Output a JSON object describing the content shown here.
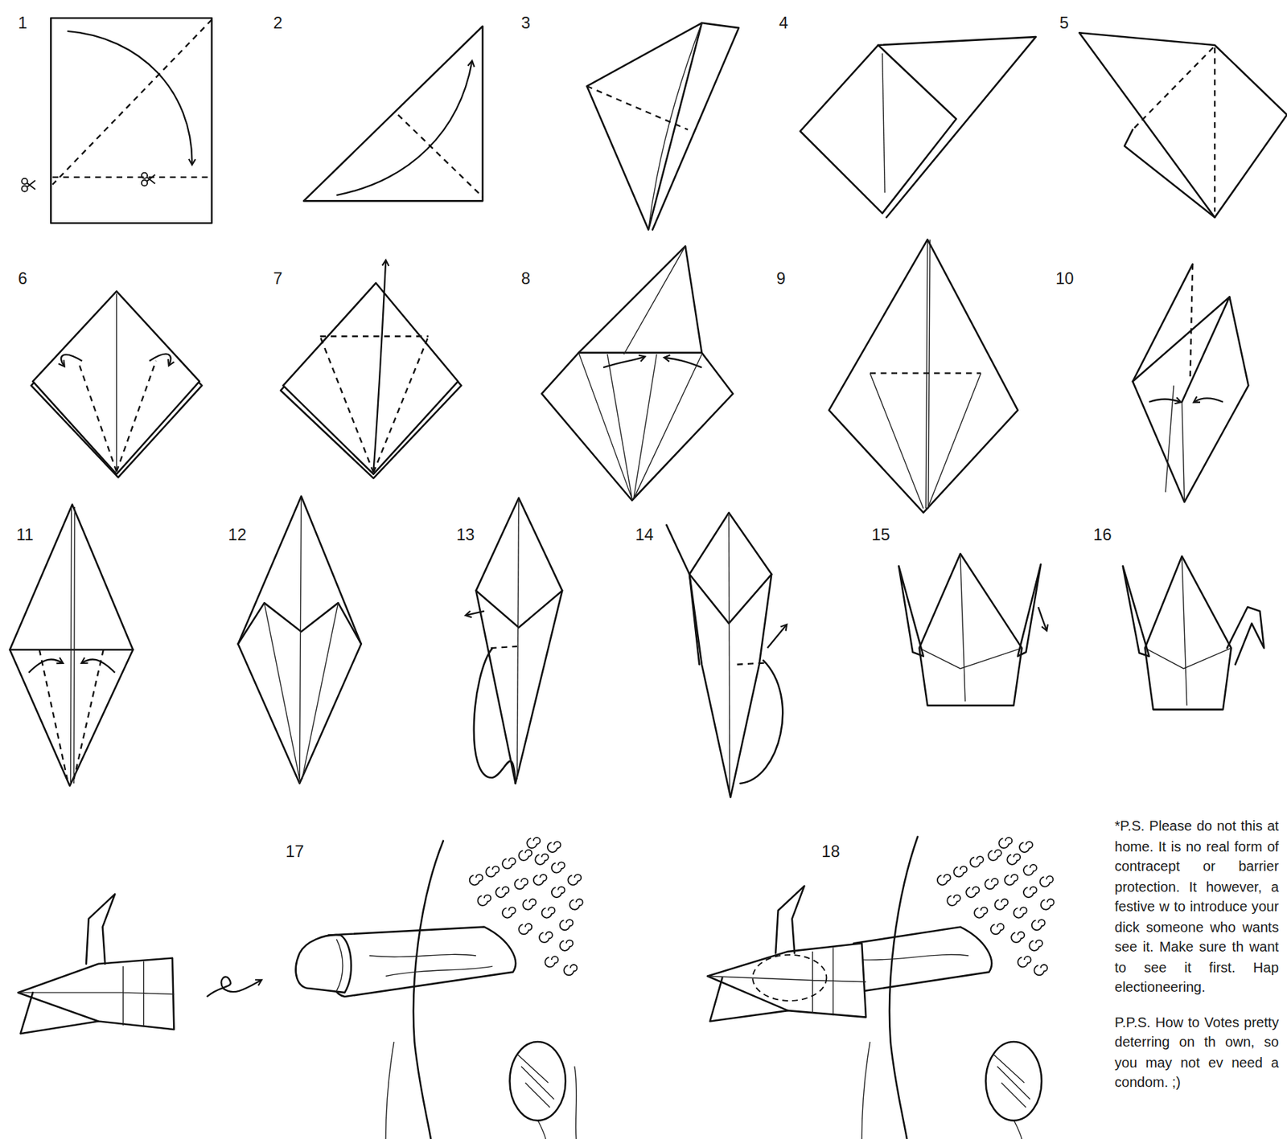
{
  "diagram": {
    "labels": [
      "1",
      "2",
      "3",
      "4",
      "5",
      "6",
      "7",
      "8",
      "9",
      "10",
      "11",
      "12",
      "13",
      "14",
      "15",
      "16",
      "17",
      "18",
      "*P.S. Please do not this at home. It is no real form of contracept or barrier protection. It however, a festive w to introduce your dick someone who wants see it. Make sure th want to see it first. Hap electioneering.",
      "P.P.S. How to Votes pretty deterring on th own, so you may not ev need a condom. ;)"
    ]
  }
}
